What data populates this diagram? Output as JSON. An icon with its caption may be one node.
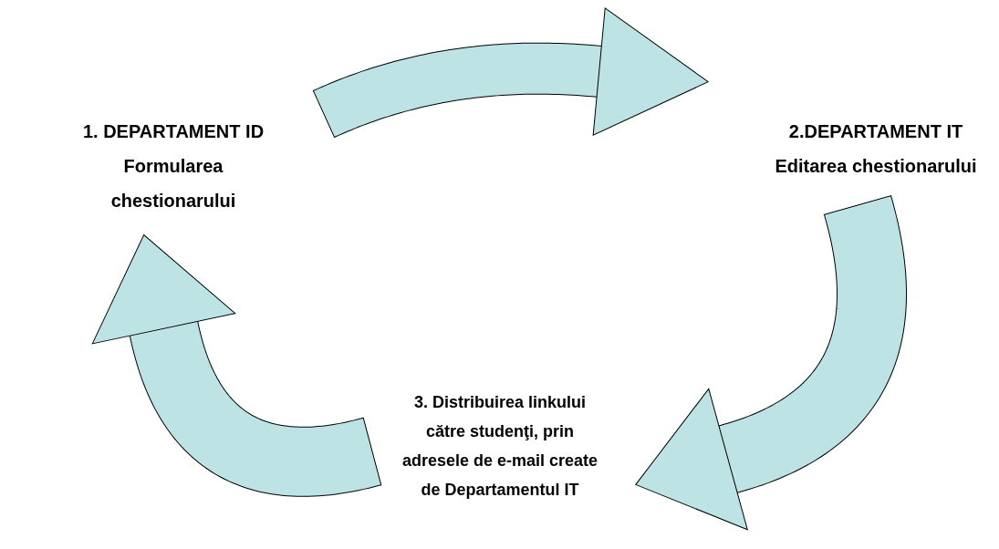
{
  "diagram": {
    "nodes": [
      {
        "text": [
          "1. DEPARTAMENT ID",
          "Formularea chestionarului"
        ]
      },
      {
        "text": [
          "2.DEPARTAMENT IT",
          "Editarea chestionarului"
        ]
      },
      {
        "text": [
          "3. Distribuirea linkului către studenţi, prin adresele de e-mail create de Departamentul IT"
        ]
      }
    ],
    "edges": [
      {
        "from": 0,
        "to": 1,
        "arrow": "to"
      },
      {
        "from": 1,
        "to": 2,
        "arrow": "to"
      },
      {
        "from": 2,
        "to": 0,
        "arrow": "to"
      }
    ]
  }
}
